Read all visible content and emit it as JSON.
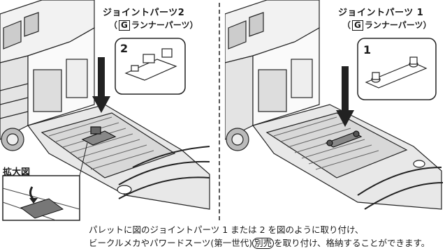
{
  "left_panel": {
    "title": "ジョイントパーツ2",
    "subtitle_open": "（",
    "subtitle_badge": "G",
    "subtitle_text": "ランナーパーツ）",
    "callout_number": "2",
    "zoom_label": "拡大図"
  },
  "right_panel": {
    "title": "ジョイントパーツ 1",
    "subtitle_open": "（",
    "subtitle_badge": "G",
    "subtitle_text": "ランナーパーツ）",
    "callout_number": "1"
  },
  "caption": {
    "line1": "パレットに図のジョイントパーツ 1 または 2 を図のように取り付け、",
    "line2_before": "ビークルメカやパワードスーツ(第一世代)",
    "line2_badge": "別売",
    "line2_after": "を取り付け、格納することができます。"
  }
}
